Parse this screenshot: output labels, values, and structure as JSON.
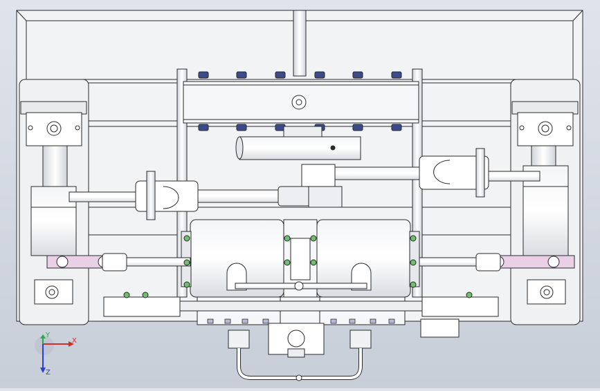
{
  "viewport": {
    "background_top": "#dfe4ec",
    "background_bottom": "#c8ced8",
    "line_color": "#2a2a2a",
    "part_fill": "#ffffff",
    "shade_fill": "#e4e6ea",
    "bolt_fill": "#3a4a8a",
    "bolt_highlight": "#b7b9d8",
    "highlight_pink": "#ead0e6",
    "green_fitting": "#6fbf6f"
  },
  "triad": {
    "x_label": "X",
    "y_label": "Y",
    "z_label": "Z",
    "x_color": "#d62b2b",
    "y_color": "#2aa84a",
    "z_color": "#2b3fd6"
  }
}
